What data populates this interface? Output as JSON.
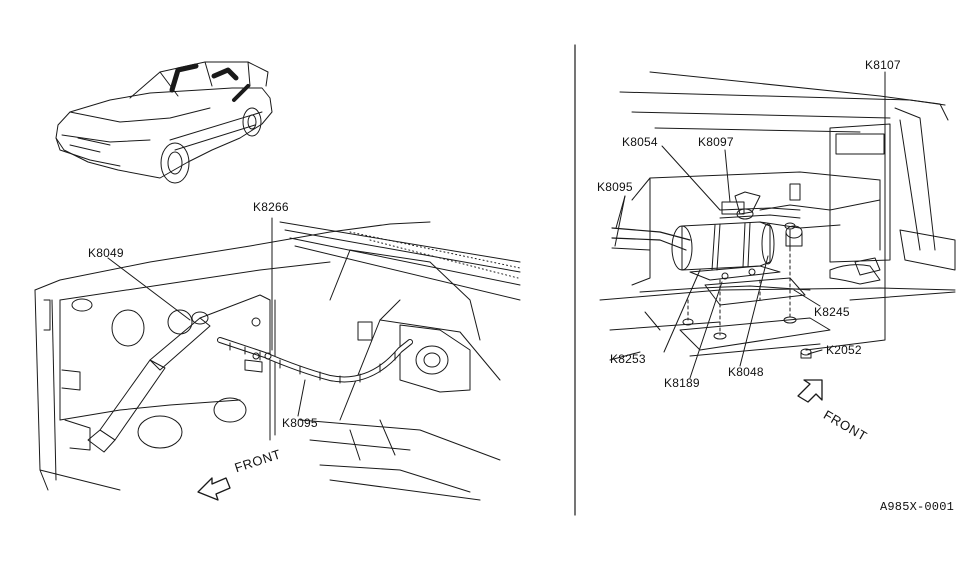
{
  "diagram": {
    "left_panel": {
      "callouts": {
        "k8266": "K8266",
        "k8049": "K8049",
        "k8095": "K8095"
      },
      "front_label": "FRONT"
    },
    "right_panel": {
      "callouts": {
        "k8107": "K8107",
        "k8054": "K8054",
        "k8097": "K8097",
        "k8095": "K8095",
        "k8245": "K8245",
        "k8253": "K8253",
        "k8189": "K8189",
        "k8048": "K8048",
        "k2052": "K2052"
      },
      "front_label": "FRONT"
    },
    "reference_code": "A985X-0001"
  }
}
